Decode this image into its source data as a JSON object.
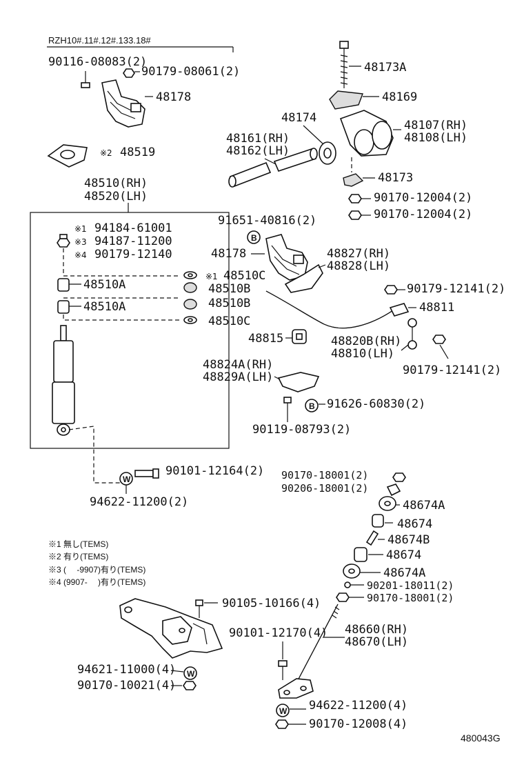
{
  "header": {
    "model_codes": "RZH10#.11#.12#.133.18#"
  },
  "labels": {
    "p90116": "90116-08083(2)",
    "p90179_08061": "90179-08061(2)",
    "p48178_top": "48178",
    "p48519": "48519",
    "p48519_mark": "※2",
    "p48510": "48510(RH)",
    "p48520": "48520(LH)",
    "p94184": "94184-61001",
    "p94184_mark": "※1",
    "p94187": "94187-11200",
    "p94187_mark": "※3",
    "p90179_12140": "90179-12140",
    "p90179_12140_mark": "※4",
    "p48510C_a": "48510C",
    "p48510C_a_mark": "※1",
    "p48510A_a": "48510A",
    "p48510B_a": "48510B",
    "p48510A_b": "48510A",
    "p48510B_b": "48510B",
    "p48510C_b": "48510C",
    "p48173A": "48173A",
    "p48169": "48169",
    "p48174": "48174",
    "p48107": "48107(RH)",
    "p48108": "48108(LH)",
    "p48161": "48161(RH)",
    "p48162": "48162(LH)",
    "p48173": "48173",
    "p90170_12004_a": "90170-12004(2)",
    "p90170_12004_b": "90170-12004(2)",
    "p91651": "91651-40816(2)",
    "p48178_mid": "48178",
    "p48827": "48827(RH)",
    "p48828": "48828(LH)",
    "p90179_12141_a": "90179-12141(2)",
    "p48811": "48811",
    "p48815": "48815",
    "p48820B": "48820B(RH)",
    "p48810": "48810(LH)",
    "p90179_12141_b": "90179-12141(2)",
    "p48824A": "48824A(RH)",
    "p48829A": "48829A(LH)",
    "p91626": "91626-60830(2)",
    "p90119": "90119-08793(2)",
    "p90101_12164": "90101-12164(2)",
    "p94622_11200_a": "94622-11200(2)",
    "p90170_18001_a": "90170-18001(2)",
    "p90206": "90206-18001(2)",
    "p48674A_a": "48674A",
    "p48674_a": "48674",
    "p48674B": "48674B",
    "p48674_b": "48674",
    "p48674A_b": "48674A",
    "p90201": "90201-18011(2)",
    "p90170_18001_b": "90170-18001(2)",
    "p90105": "90105-10166(4)",
    "p90101_12170": "90101-12170(4)",
    "p48660": "48660(RH)",
    "p48670": "48670(LH)",
    "p94621": "94621-11000(4)",
    "p90170_10021": "90170-10021(4)",
    "p94622_11200_b": "94622-11200(4)",
    "p90170_12008": "90170-12008(4)"
  },
  "circle_marks": {
    "b1": "B",
    "b2": "B",
    "w1": "W",
    "w2": "W",
    "w3": "W"
  },
  "notes": [
    "※1 無し(TEMS)",
    "※2 有り(TEMS)",
    "※3 (　 -9907)有り(TEMS)",
    "※4 (9907-　 )有り(TEMS)"
  ],
  "footer": {
    "ref_code": "480043G"
  }
}
